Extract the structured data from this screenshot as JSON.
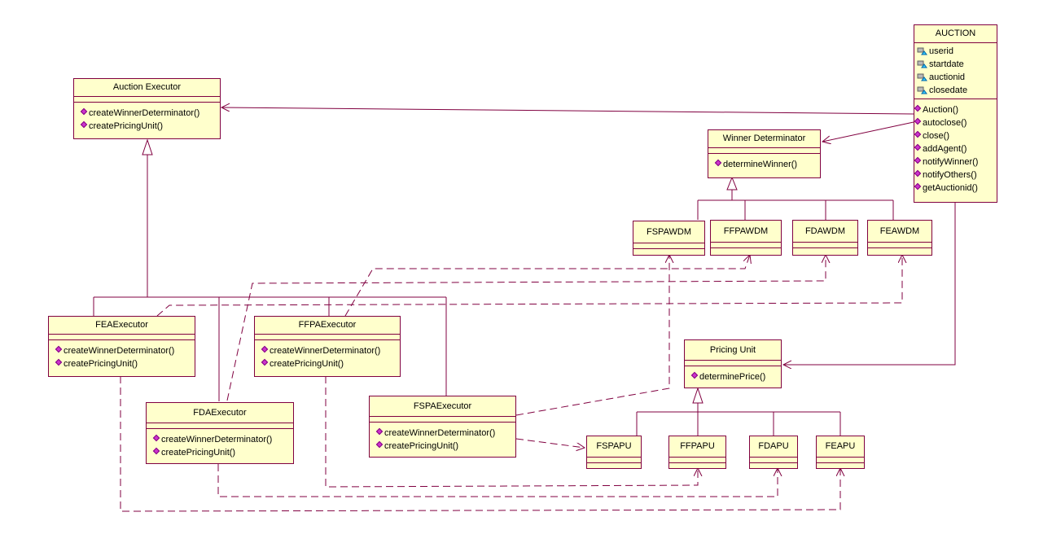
{
  "classes": {
    "auction": {
      "name": "AUCTION",
      "attributes": [
        "userid",
        "startdate",
        "auctionid",
        "closedate"
      ],
      "operations": [
        "Auction()",
        "autoclose()",
        "close()",
        "addAgent()",
        "notifyWinner()",
        "notifyOthers()",
        "getAuctionid()"
      ]
    },
    "auction_executor": {
      "name": "Auction Executor",
      "operations": [
        "createWinnerDeterminator()",
        "createPricingUnit()"
      ]
    },
    "winner_determinator": {
      "name": "Winner Determinator",
      "operations": [
        "determineWinner()"
      ]
    },
    "fspawdm": {
      "name": "FSPAWDM"
    },
    "ffpawdm": {
      "name": "FFPAWDM"
    },
    "fdawdm": {
      "name": "FDAWDM"
    },
    "feawdm": {
      "name": "FEAWDM"
    },
    "feaexecutor": {
      "name": "FEAExecutor",
      "operations": [
        "createWinnerDeterminator()",
        "createPricingUnit()"
      ]
    },
    "ffpaexecutor": {
      "name": "FFPAExecutor",
      "operations": [
        "createWinnerDeterminator()",
        "createPricingUnit()"
      ]
    },
    "fdaexecutor": {
      "name": "FDAExecutor",
      "operations": [
        "createWinnerDeterminator()",
        "createPricingUnit()"
      ]
    },
    "fspaexecutor": {
      "name": "FSPAExecutor",
      "operations": [
        "createWinnerDeterminator()",
        "createPricingUnit()"
      ]
    },
    "pricing_unit": {
      "name": "Pricing Unit",
      "operations": [
        "determinePrice()"
      ]
    },
    "fspapu": {
      "name": "FSPAPU"
    },
    "ffpapu": {
      "name": "FFPAPU"
    },
    "fdapu": {
      "name": "FDAPU"
    },
    "feapu": {
      "name": "FEAPU"
    }
  },
  "colors": {
    "line": "#800040",
    "class_fill": "#ffffcc",
    "op_icon": "#cc33cc"
  },
  "icons": {
    "attribute": "attribute-lock-icon",
    "operation": "operation-diamond-icon"
  }
}
